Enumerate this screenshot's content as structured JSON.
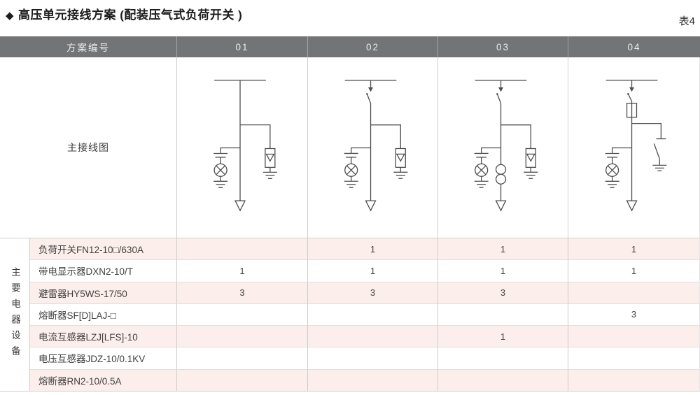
{
  "page": {
    "bullet": "◆",
    "title": "高压单元接线方案 (配装压气式负荷开关 )",
    "table_label": "表4"
  },
  "header": {
    "scheme_col_label": "方案编号",
    "scheme_numbers": [
      "01",
      "02",
      "03",
      "04"
    ]
  },
  "diagram_section": {
    "label": "主接线图",
    "schemes": [
      {
        "id": "01",
        "components": [
          "busbar",
          "live-display-indicator",
          "surge-arrester",
          "outgoing-feeder"
        ]
      },
      {
        "id": "02",
        "components": [
          "busbar",
          "load-switch",
          "live-display-indicator",
          "surge-arrester",
          "outgoing-feeder"
        ]
      },
      {
        "id": "03",
        "components": [
          "busbar",
          "load-switch",
          "live-display-indicator",
          "current-transformer",
          "surge-arrester",
          "outgoing-feeder"
        ]
      },
      {
        "id": "04",
        "components": [
          "busbar",
          "load-switch",
          "fuse",
          "live-display-indicator",
          "earthing-switch",
          "outgoing-feeder"
        ]
      }
    ]
  },
  "equipment_section": {
    "group_label": "主要电器设备",
    "rows": [
      {
        "name": "负荷开关FN12-10□/630A",
        "qty": [
          "",
          "1",
          "1",
          "1"
        ]
      },
      {
        "name": "带电显示器DXN2-10/T",
        "qty": [
          "1",
          "1",
          "1",
          "1"
        ]
      },
      {
        "name": "避雷器HY5WS-17/50",
        "qty": [
          "3",
          "3",
          "3",
          ""
        ]
      },
      {
        "name": "熔断器SF[D]LAJ-□",
        "qty": [
          "",
          "",
          "",
          "3"
        ]
      },
      {
        "name": "电流互感器LZJ[LFS]-10",
        "qty": [
          "",
          "",
          "1",
          ""
        ]
      },
      {
        "name": "电压互感器JDZ-10/0.1KV",
        "qty": [
          "",
          "",
          "",
          ""
        ]
      },
      {
        "name": "熔断器RN2-10/0.5A",
        "qty": [
          "",
          "",
          "",
          ""
        ]
      }
    ]
  },
  "colors": {
    "header_bg": "#727476",
    "header_text": "#ededed",
    "row_pink": "#fcefeb",
    "row_white": "#ffffff",
    "border": "#cfcfcf",
    "diagram_stroke": "#4d4d4d"
  }
}
